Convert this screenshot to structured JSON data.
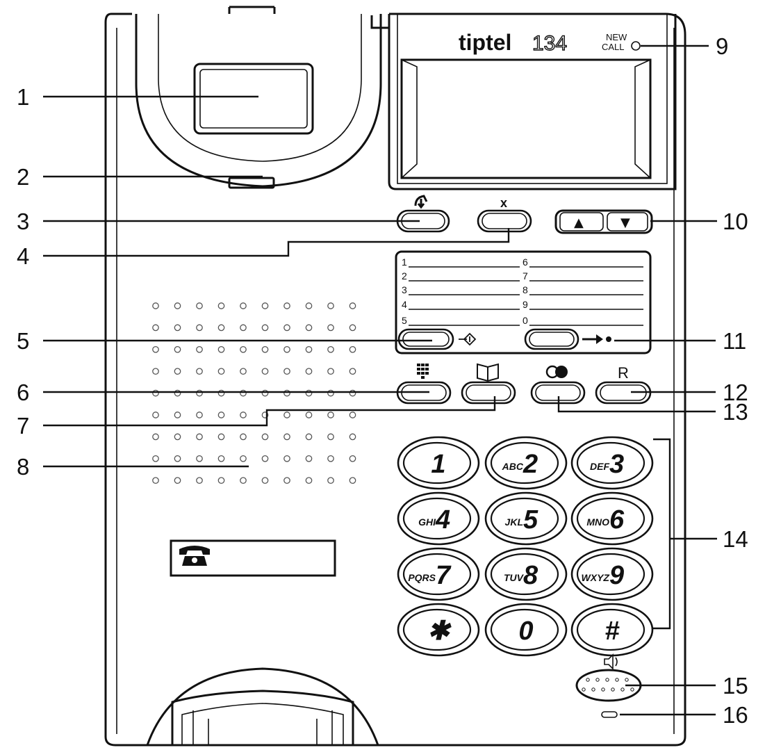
{
  "brand": {
    "name": "tiptel",
    "model": "134"
  },
  "indicator": {
    "line1": "NEW",
    "line2": "CALL"
  },
  "function_keys": {
    "clear_symbol": "x",
    "recall_symbol": "R",
    "up_symbol": "▲",
    "down_symbol": "▼"
  },
  "speed_dial_card": {
    "left_slots": [
      "1",
      "2",
      "3",
      "4",
      "5"
    ],
    "right_slots": [
      "6",
      "7",
      "8",
      "9",
      "0"
    ]
  },
  "keypad": [
    {
      "digit": "1",
      "letters": ""
    },
    {
      "digit": "2",
      "letters": "ABC"
    },
    {
      "digit": "3",
      "letters": "DEF"
    },
    {
      "digit": "4",
      "letters": "GHI"
    },
    {
      "digit": "5",
      "letters": "JKL"
    },
    {
      "digit": "6",
      "letters": "MNO"
    },
    {
      "digit": "7",
      "letters": "PQRS"
    },
    {
      "digit": "8",
      "letters": "TUV"
    },
    {
      "digit": "9",
      "letters": "WXYZ"
    },
    {
      "digit": "✱",
      "letters": ""
    },
    {
      "digit": "0",
      "letters": ""
    },
    {
      "digit": "#",
      "letters": ""
    }
  ],
  "callouts": [
    "1",
    "2",
    "3",
    "4",
    "5",
    "6",
    "7",
    "8",
    "9",
    "10",
    "11",
    "12",
    "13",
    "14",
    "15",
    "16"
  ],
  "icons": {
    "dial": "handset-arrow-icon",
    "clear": "x-icon",
    "store": "store-arrow-icon",
    "redial": "arrow-dot-icon",
    "pad": "keypad-grid-icon",
    "book": "phonebook-icon",
    "mute": "mute-circle-icon",
    "label_phone": "telephone-icon",
    "speaker": "speaker-icon"
  }
}
